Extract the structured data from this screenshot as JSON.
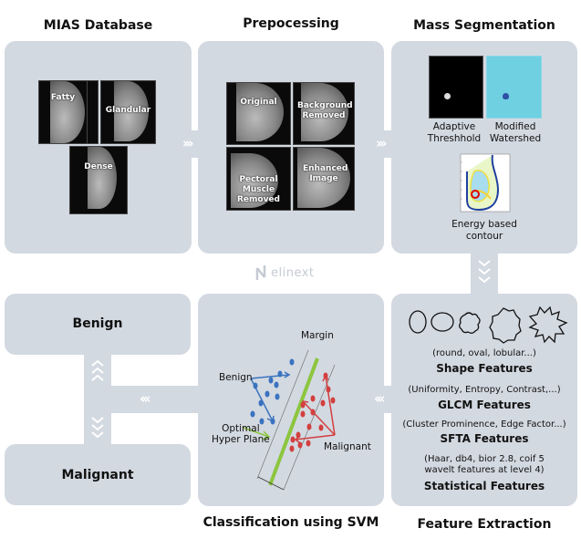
{
  "stages": {
    "mias": {
      "title": "MIAS Database",
      "images": [
        {
          "label": "Fatty"
        },
        {
          "label": "Glandular"
        },
        {
          "label": "Dense"
        }
      ]
    },
    "preprocessing": {
      "title": "Prepocessing",
      "images": [
        {
          "label": "Original"
        },
        {
          "label": "Background Removed"
        },
        {
          "label": "Pectoral Muscle Removed"
        },
        {
          "label": "Enhanced Image"
        }
      ]
    },
    "segmentation": {
      "title": "Mass Segmentation",
      "items": [
        {
          "line1": "Adaptive",
          "line2": "Threshhold"
        },
        {
          "line1": "Modified",
          "line2": "Watershed"
        },
        {
          "line1": "Energy based",
          "line2": "contour"
        }
      ]
    },
    "feature_extraction": {
      "title": "Feature Extraction",
      "groups": [
        {
          "sub": "(round, oval, lobular...)",
          "head": "Shape Features"
        },
        {
          "sub": "(Uniformity, Entropy, Contrast,...)",
          "head": "GLCM Features"
        },
        {
          "sub": "(Cluster Prominence, Edge Factor...)",
          "head": "SFTA Features"
        },
        {
          "sub": "(Haar, db4, bior 2.8, coif 5",
          "sub2": "wavelt features at level 4)",
          "head": "Statistical Features"
        }
      ],
      "shape_icons": [
        "round-shape-icon",
        "oval-shape-icon",
        "lobular-shape-icon",
        "irregular-shape-icon",
        "spiculated-shape-icon"
      ]
    },
    "classification": {
      "title": "Classification using SVM",
      "labels": {
        "margin": "Margin",
        "benign": "Benign",
        "optimal_line1": "Optimal",
        "optimal_line2": "Hyper Plane",
        "malignant": "Malignant"
      },
      "colors": {
        "benign": "#3a73c0",
        "malignant": "#d33f3f",
        "hyperplane": "#8cc63f"
      }
    },
    "outcomes": {
      "benign": "Benign",
      "malignant": "Malignant"
    }
  },
  "arrows": {
    "right": "›››",
    "left": "‹‹‹"
  },
  "watermark": "elinext",
  "colors": {
    "panel": "#d3d9e1",
    "chevron": "#ffffff",
    "watermark": "#c5cad2"
  }
}
